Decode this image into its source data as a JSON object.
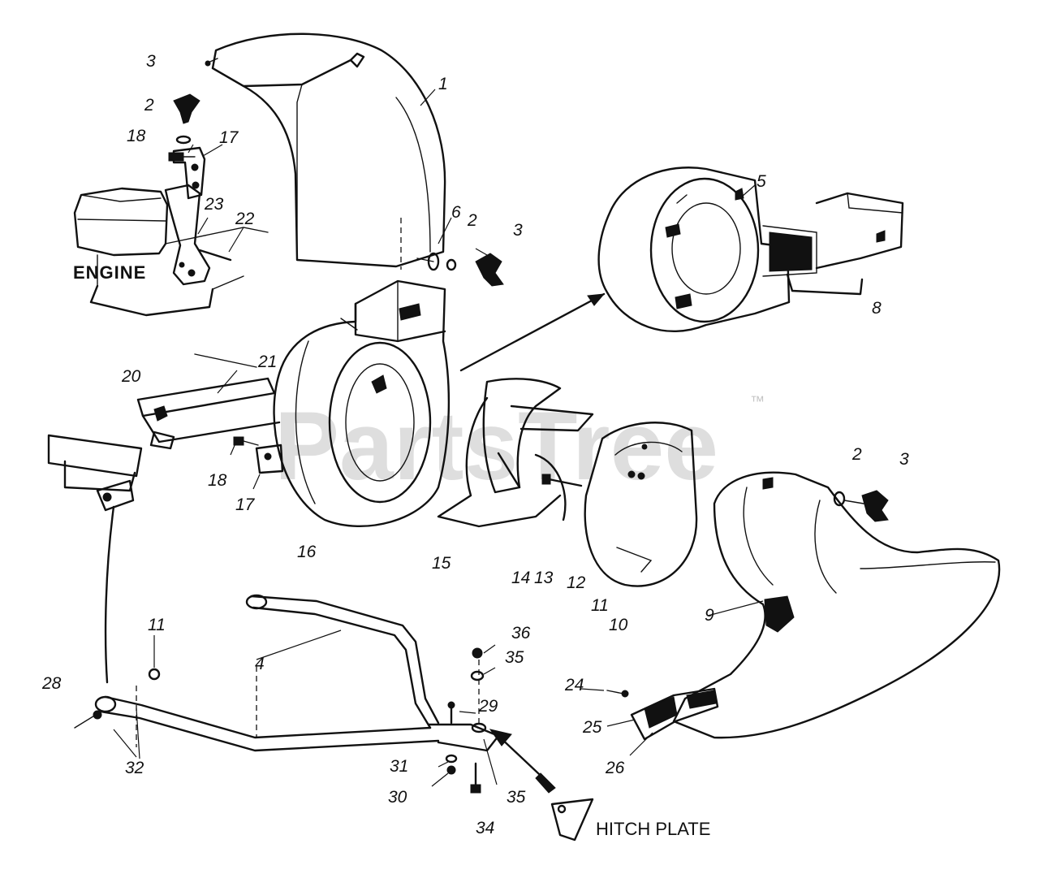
{
  "diagram": {
    "watermark": "PartsTree",
    "trademark": "™",
    "labels": {
      "engine": "ENGINE",
      "hitch_plate": "HITCH PLATE"
    },
    "callouts": [
      {
        "id": "c1",
        "text": "1"
      },
      {
        "id": "c2a",
        "text": "2"
      },
      {
        "id": "c2b",
        "text": "2"
      },
      {
        "id": "c2c",
        "text": "2"
      },
      {
        "id": "c3a",
        "text": "3"
      },
      {
        "id": "c3b",
        "text": "3"
      },
      {
        "id": "c3c",
        "text": "3"
      },
      {
        "id": "c4",
        "text": "4"
      },
      {
        "id": "c5",
        "text": "5"
      },
      {
        "id": "c6",
        "text": "6"
      },
      {
        "id": "c8",
        "text": "8"
      },
      {
        "id": "c9",
        "text": "9"
      },
      {
        "id": "c10",
        "text": "10"
      },
      {
        "id": "c11a",
        "text": "11"
      },
      {
        "id": "c11b",
        "text": "11"
      },
      {
        "id": "c12",
        "text": "12"
      },
      {
        "id": "c13",
        "text": "13"
      },
      {
        "id": "c14",
        "text": "14"
      },
      {
        "id": "c15",
        "text": "15"
      },
      {
        "id": "c16",
        "text": "16"
      },
      {
        "id": "c17a",
        "text": "17"
      },
      {
        "id": "c17b",
        "text": "17"
      },
      {
        "id": "c18a",
        "text": "18"
      },
      {
        "id": "c18b",
        "text": "18"
      },
      {
        "id": "c20",
        "text": "20"
      },
      {
        "id": "c21",
        "text": "21"
      },
      {
        "id": "c22",
        "text": "22"
      },
      {
        "id": "c23",
        "text": "23"
      },
      {
        "id": "c24",
        "text": "24"
      },
      {
        "id": "c25",
        "text": "25"
      },
      {
        "id": "c26",
        "text": "26"
      },
      {
        "id": "c28",
        "text": "28"
      },
      {
        "id": "c29",
        "text": "29"
      },
      {
        "id": "c30",
        "text": "30"
      },
      {
        "id": "c31",
        "text": "31"
      },
      {
        "id": "c32",
        "text": "32"
      },
      {
        "id": "c34",
        "text": "34"
      },
      {
        "id": "c35a",
        "text": "35"
      },
      {
        "id": "c35b",
        "text": "35"
      },
      {
        "id": "c36",
        "text": "36"
      }
    ]
  }
}
